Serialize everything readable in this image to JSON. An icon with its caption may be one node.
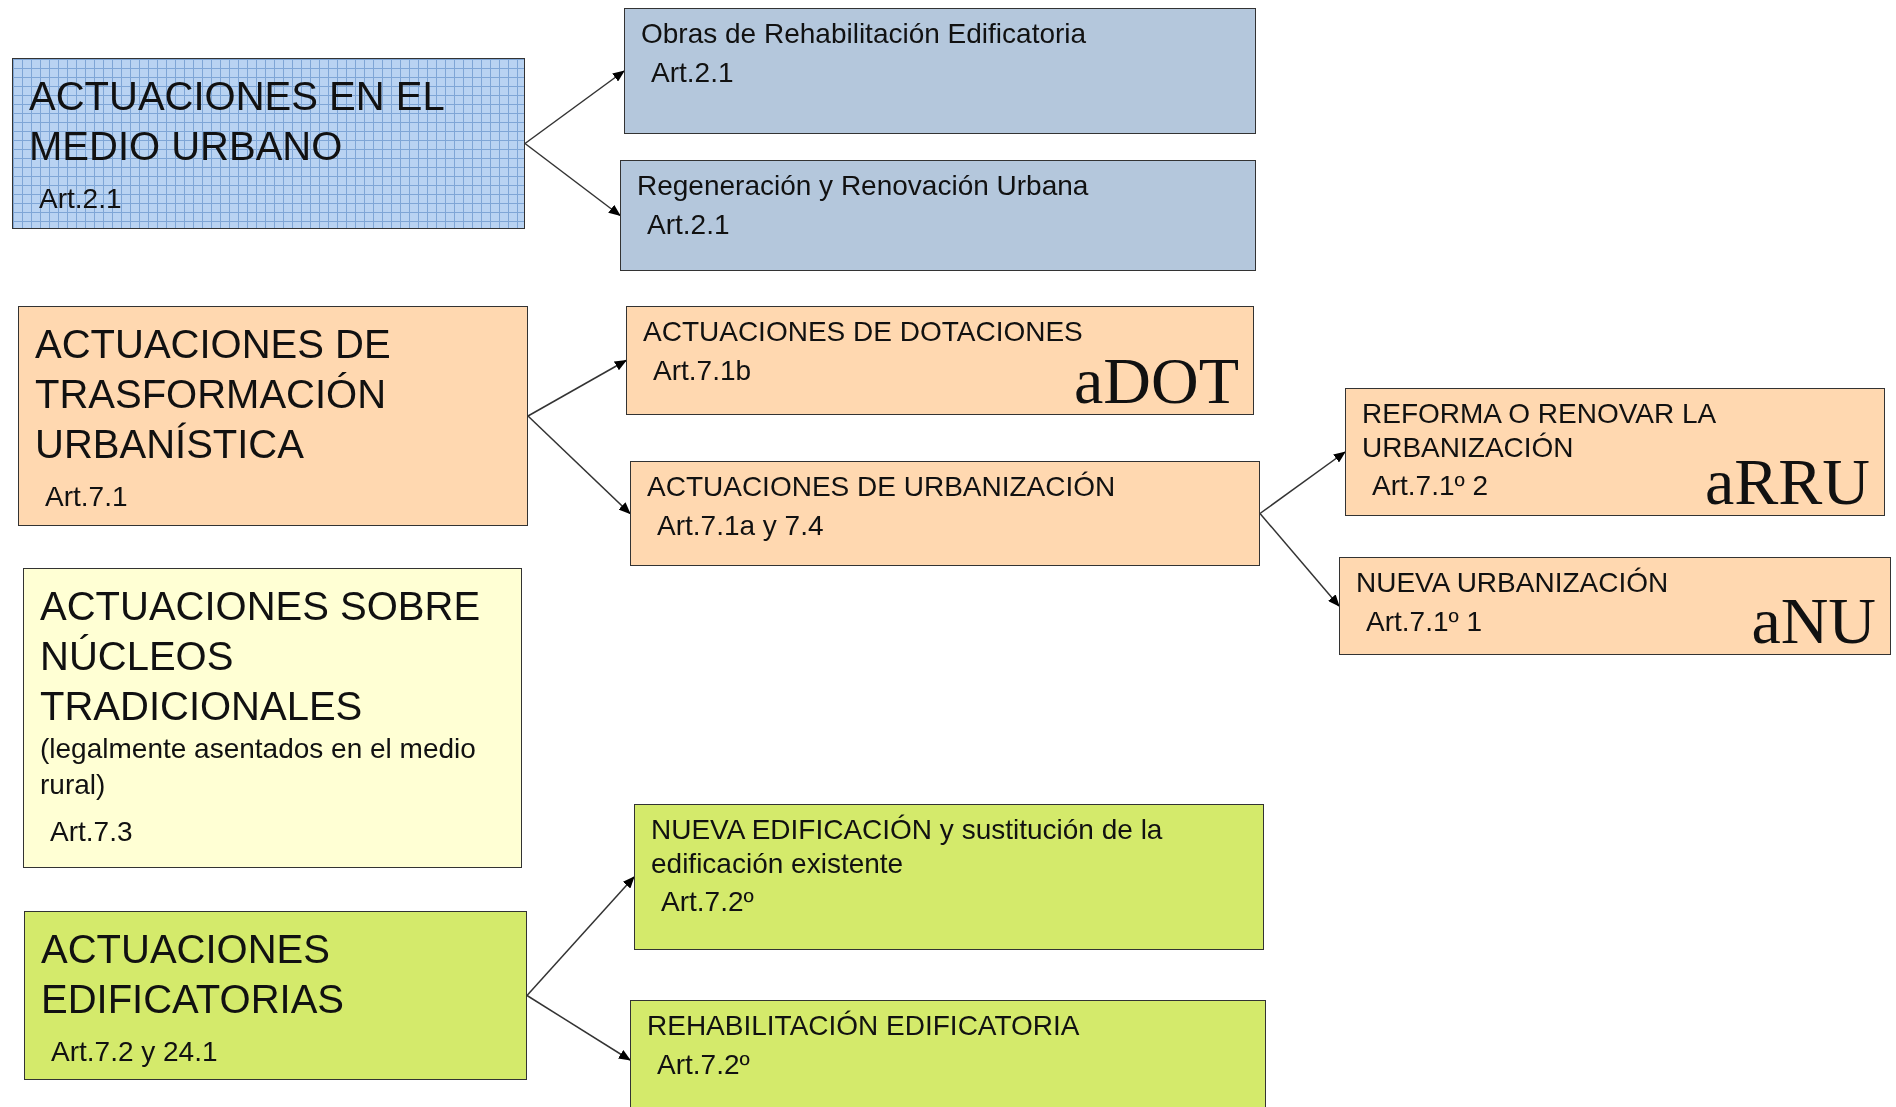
{
  "diagram": {
    "nodes": [
      {
        "text": [
          "ACTUACIONES EN EL MEDIO URBANO",
          "Art.2.1"
        ]
      },
      {
        "text": [
          "Obras de Rehabilitación Edificatoria",
          "Art.2.1"
        ]
      },
      {
        "text": [
          "Regeneración y Renovación Urbana",
          "Art.2.1"
        ]
      },
      {
        "text": [
          "ACTUACIONES DE TRASFORMACIÓN URBANÍSTICA",
          "Art.7.1"
        ]
      },
      {
        "text": [
          "ACTUACIONES DE DOTACIONES",
          "Art.7.1b",
          "aDOT"
        ]
      },
      {
        "text": [
          "ACTUACIONES DE URBANIZACIÓN",
          "Art.7.1a y 7.4"
        ]
      },
      {
        "text": [
          "REFORMA O RENOVAR LA URBANIZACIÓN",
          "Art.7.1º 2",
          "aRRU"
        ]
      },
      {
        "text": [
          "NUEVA URBANIZACIÓN",
          "Art.7.1º 1",
          "aNU"
        ]
      },
      {
        "text": [
          "ACTUACIONES SOBRE NÚCLEOS TRADICIONALES",
          "(legalmente asentados en el medio rural)",
          "Art.7.3"
        ]
      },
      {
        "text": [
          "ACTUACIONES EDIFICATORIAS",
          "Art.7.2 y 24.1"
        ]
      },
      {
        "text": [
          "NUEVA EDIFICACIÓN y sustitución de la edificación existente",
          "Art.7.2º"
        ]
      },
      {
        "text": [
          "REHABILITACIÓN EDIFICATORIA",
          "Art.7.2º"
        ]
      }
    ],
    "edges": [
      {
        "from": 0,
        "to": 1,
        "arrow": "to"
      },
      {
        "from": 0,
        "to": 2,
        "arrow": "to"
      },
      {
        "from": 3,
        "to": 4,
        "arrow": "to"
      },
      {
        "from": 3,
        "to": 5,
        "arrow": "to"
      },
      {
        "from": 5,
        "to": 6,
        "arrow": "to"
      },
      {
        "from": 5,
        "to": 7,
        "arrow": "to"
      },
      {
        "from": 9,
        "to": 10,
        "arrow": "to"
      },
      {
        "from": 9,
        "to": 11,
        "arrow": "to"
      }
    ]
  }
}
